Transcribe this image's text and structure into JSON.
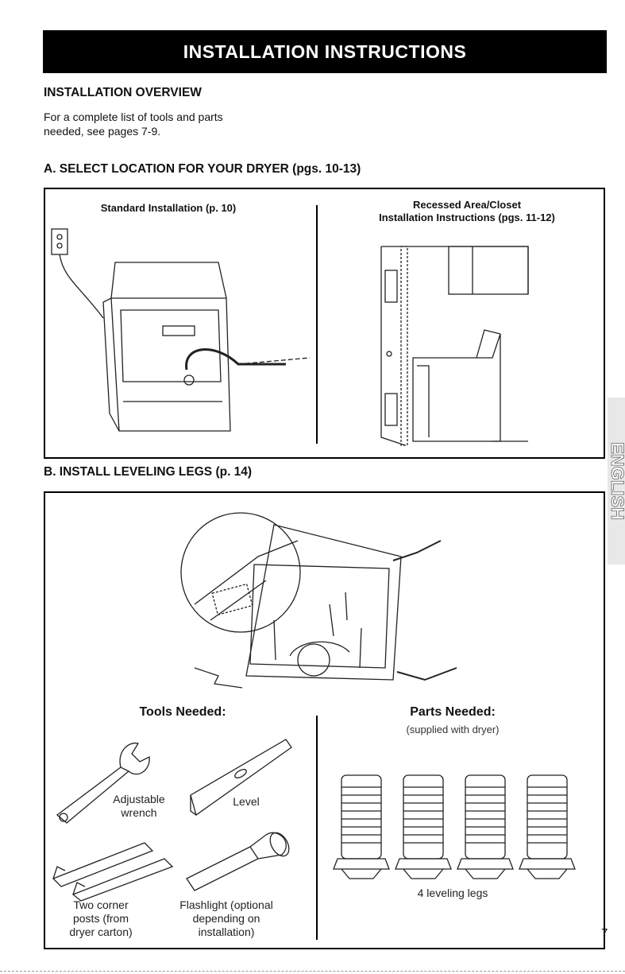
{
  "banner": {
    "title": "INSTALLATION INSTRUCTIONS"
  },
  "overview": {
    "heading": "INSTALLATION OVERVIEW",
    "text_line1": "For a complete list of tools and parts",
    "text_line2": "needed, see pages 7-9."
  },
  "section_a": {
    "heading": "A. SELECT LOCATION FOR YOUR DRYER (pgs. 10-13)",
    "standard_caption": "Standard Installation (p. 10)",
    "recessed_caption_line1": "Recessed Area/Closet",
    "recessed_caption_line2": "Installation Instructions (pgs. 11-12)"
  },
  "section_b": {
    "heading": "B. INSTALL LEVELING LEGS (p. 14)",
    "tools_heading": "Tools Needed:",
    "tools": {
      "wrench_line1": "Adjustable",
      "wrench_line2": "wrench",
      "level": "Level",
      "posts_line1": "Two corner",
      "posts_line2": "posts (from",
      "posts_line3": "dryer carton)",
      "flash_line1": "Flashlight (optional",
      "flash_line2": "depending on",
      "flash_line3": "installation)"
    },
    "parts_heading": "Parts Needed:",
    "parts_sub": "(supplied with dryer)",
    "legs_label": "4 leveling legs"
  },
  "side_tab": {
    "text": "ENGLISH"
  },
  "page_number": "7"
}
